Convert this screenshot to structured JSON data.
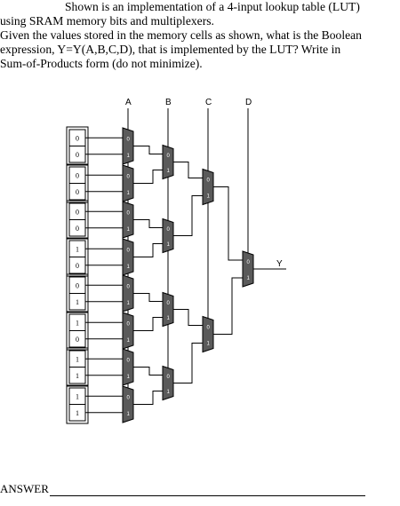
{
  "question": {
    "lines": [
      "Shown is an implementation of a 4-input lookup table (LUT)",
      "using SRAM memory bits and multiplexers.",
      "Given the values stored in the memory cells as shown, what is the Boolean",
      "expression, Y=Y(A,B,C,D),  that is implemented by the LUT? Write in",
      "Sum-of-Products form (do not minimize)."
    ]
  },
  "diagram": {
    "inputs": [
      "A",
      "B",
      "C",
      "D"
    ],
    "output": "Y",
    "memory_bits": [
      "0",
      "0",
      "0",
      "0",
      "0",
      "0",
      "1",
      "0",
      "0",
      "1",
      "1",
      "0",
      "1",
      "1",
      "1",
      "1"
    ],
    "mux_select_labels": [
      "0",
      "1"
    ]
  },
  "answer": {
    "label": "ANSWER"
  }
}
